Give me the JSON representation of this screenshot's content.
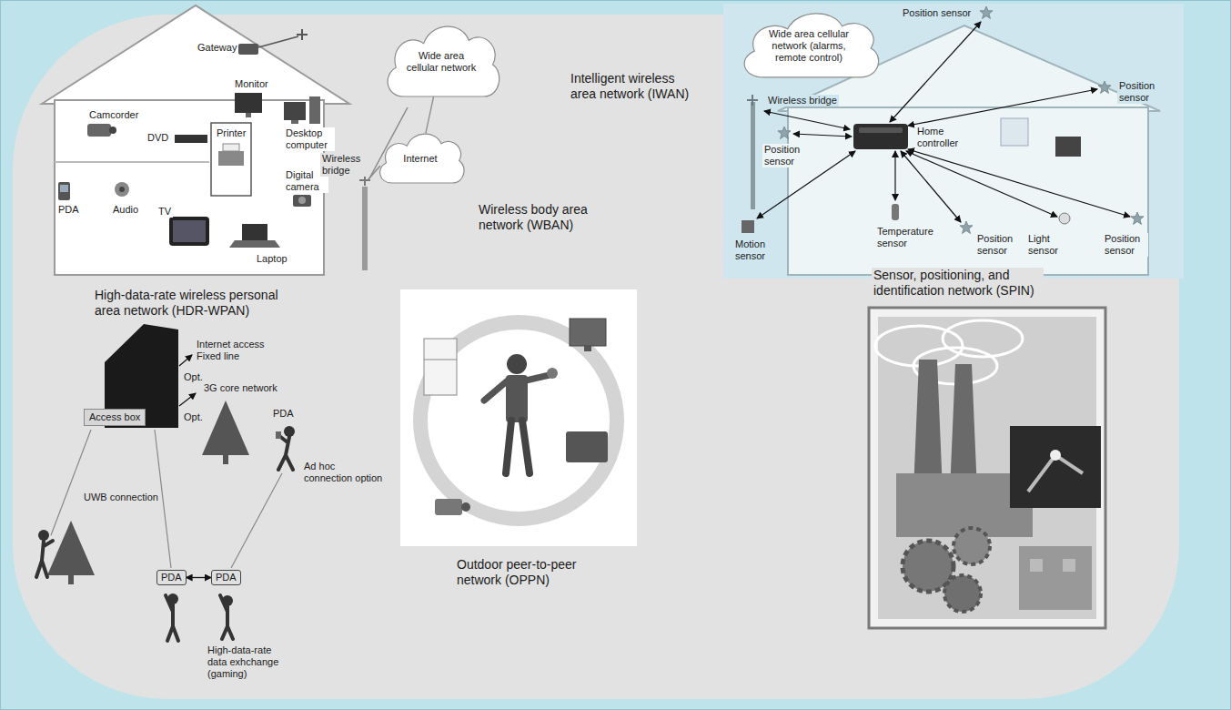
{
  "diagram": {
    "nodes": [
      {
        "text": [
          "Wide area cellular network"
        ]
      },
      {
        "text": [
          "Internet"
        ]
      },
      {
        "text": [
          "Wide area cellular network (alarms, remote control)"
        ]
      },
      {
        "text": [
          "Access box"
        ]
      },
      {
        "text": [
          "PDA"
        ]
      },
      {
        "text": [
          "PDA"
        ]
      }
    ],
    "edges": [
      {
        "from": 0,
        "to": 1,
        "arrow": "none"
      },
      {
        "from": 4,
        "to": 5,
        "arrow": "both"
      }
    ],
    "labels": [
      "Gateway",
      "Monitor",
      "Camcorder",
      "Desktop computer",
      "DVD",
      "Printer",
      "PDA",
      "Audio",
      "TV",
      "Digital camera",
      "Laptop",
      "Wireless bridge",
      "High-data-rate wireless personal area network (HDR-WPAN)",
      "Intelligent wireless area network (IWAN)",
      "Position sensor",
      "Wireless bridge",
      "Position sensor",
      "Position sensor",
      "Home controller",
      "Temperature sensor",
      "Motion sensor",
      "Position sensor",
      "Light sensor",
      "Position sensor",
      "Wireless body area network (WBAN)",
      "Sensor, positioning, and identification network (SPIN)",
      "Internet access Fixed line",
      "Opt.",
      "3G core network",
      "Opt.",
      "PDA",
      "Ad hoc connection option",
      "UWB connection",
      "High-data-rate data exhchange (gaming)",
      "Outdoor peer-to-peer network (OPPN)"
    ]
  }
}
